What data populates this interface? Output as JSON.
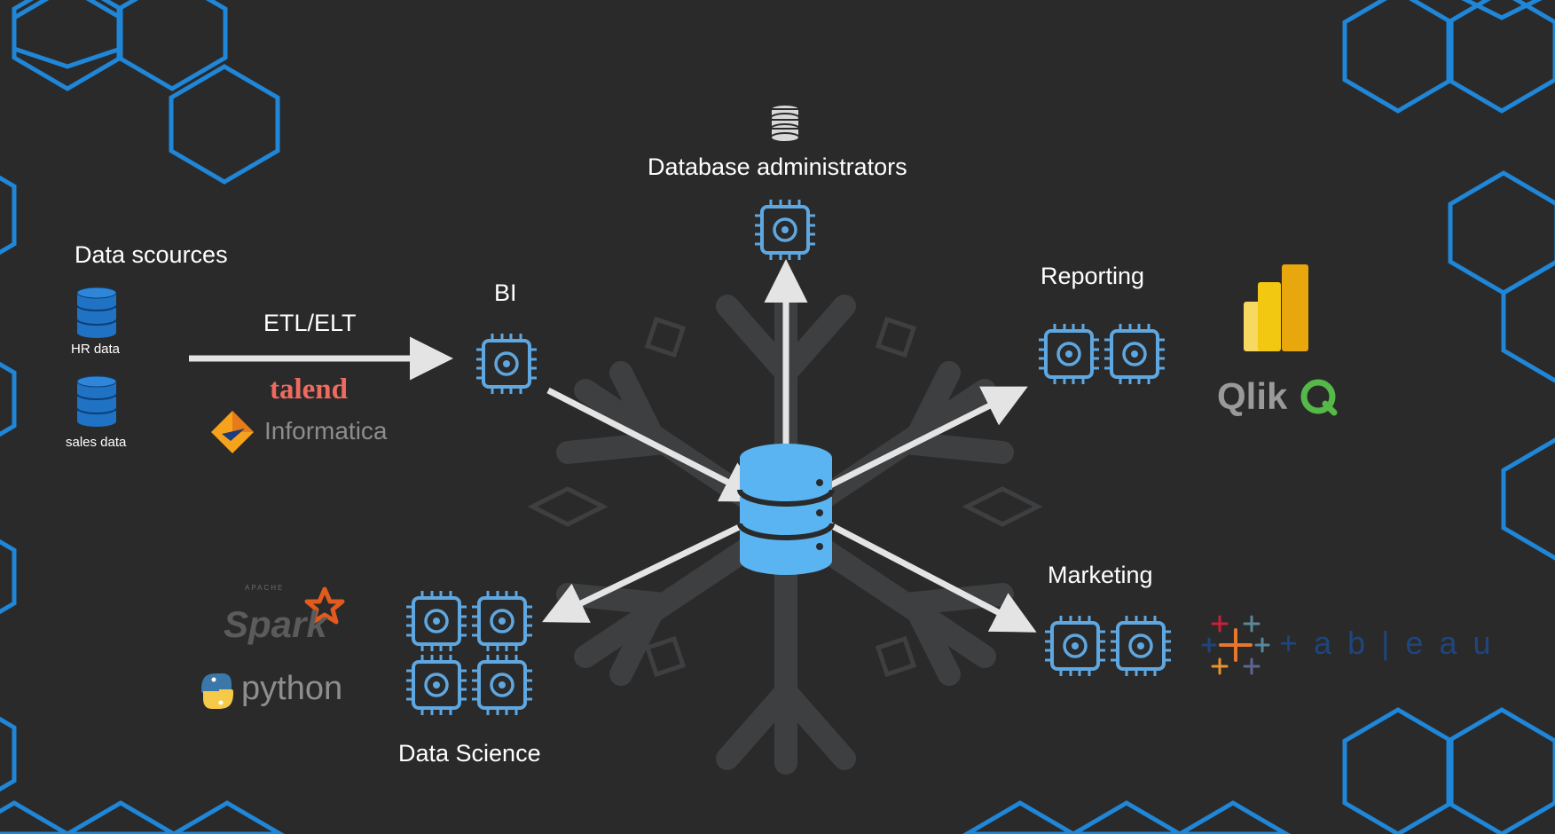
{
  "diagram": {
    "sources_title": "Data scources",
    "sources": [
      {
        "label": "HR data",
        "icon": "database-icon"
      },
      {
        "label": "sales data",
        "icon": "database-icon"
      }
    ],
    "etl_label": "ETL/ELT",
    "nodes": {
      "bi": "BI",
      "dba": "Database administrators",
      "reporting": "Reporting",
      "marketing": "Marketing",
      "data_science": "Data Science"
    },
    "logos": {
      "talend": "talend",
      "informatica": "Informatica",
      "spark": "Spark",
      "spark_prefix": "APACHE",
      "python": "python",
      "qlik": "Qlik",
      "tableau": "+ a b | e a u"
    }
  },
  "colors": {
    "background": "#2a2a2a",
    "hexagon": "#1f86d8",
    "chip": "#5fa7e0",
    "center_db": "#5ab4f2",
    "arrow": "#e4e4e4",
    "text": "#ffffff",
    "talend": "#ef6a5f",
    "informatica": "#f7a21b",
    "spark": "#e25a1c",
    "powerbi": "#f2c811",
    "qlik": "#54b948"
  }
}
